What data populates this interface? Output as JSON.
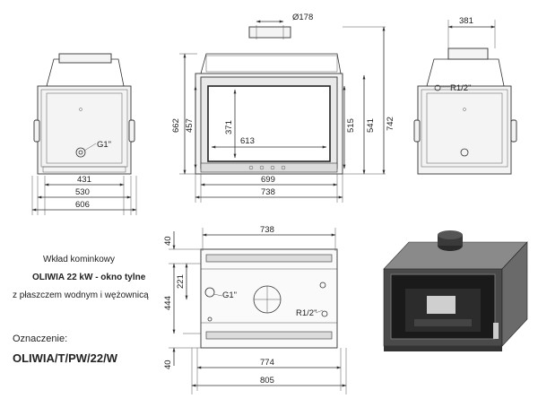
{
  "front_view": {
    "labels": {
      "thread": "G1\""
    },
    "dims": {
      "w1": "431",
      "w2": "530",
      "w3": "606"
    }
  },
  "center_view": {
    "dims": {
      "flue": "Ø178",
      "h_left": "662",
      "h_inner": "457",
      "glass_h": "371",
      "glass_w": "613",
      "h_515": "515",
      "h_541": "541",
      "h_742": "742",
      "w_699": "699",
      "w_738": "738"
    }
  },
  "side_view": {
    "labels": {
      "thread": "R1/2\""
    },
    "dims": {
      "depth": "381"
    }
  },
  "top_view": {
    "labels": {
      "thread_g": "G1\"",
      "thread_r": "R1/2\""
    },
    "dims": {
      "top": "738",
      "bottom1": "774",
      "bottom2": "805",
      "v1": "40",
      "v2": "221",
      "v3": "444",
      "v4": "40"
    }
  },
  "caption": {
    "line1": "Wkład kominkowy",
    "line2": "OLIWIA 22 kW - okno tylne",
    "line3": "z płaszczem wodnym i wężownicą",
    "line4": "Oznaczenie:",
    "line5": "OLIWIA/T/PW/22/W"
  },
  "colors": {
    "ink": "#333333",
    "steel": "#4a4a4a",
    "glass": "#1a1a1a",
    "plate": "#8a8a8a"
  }
}
